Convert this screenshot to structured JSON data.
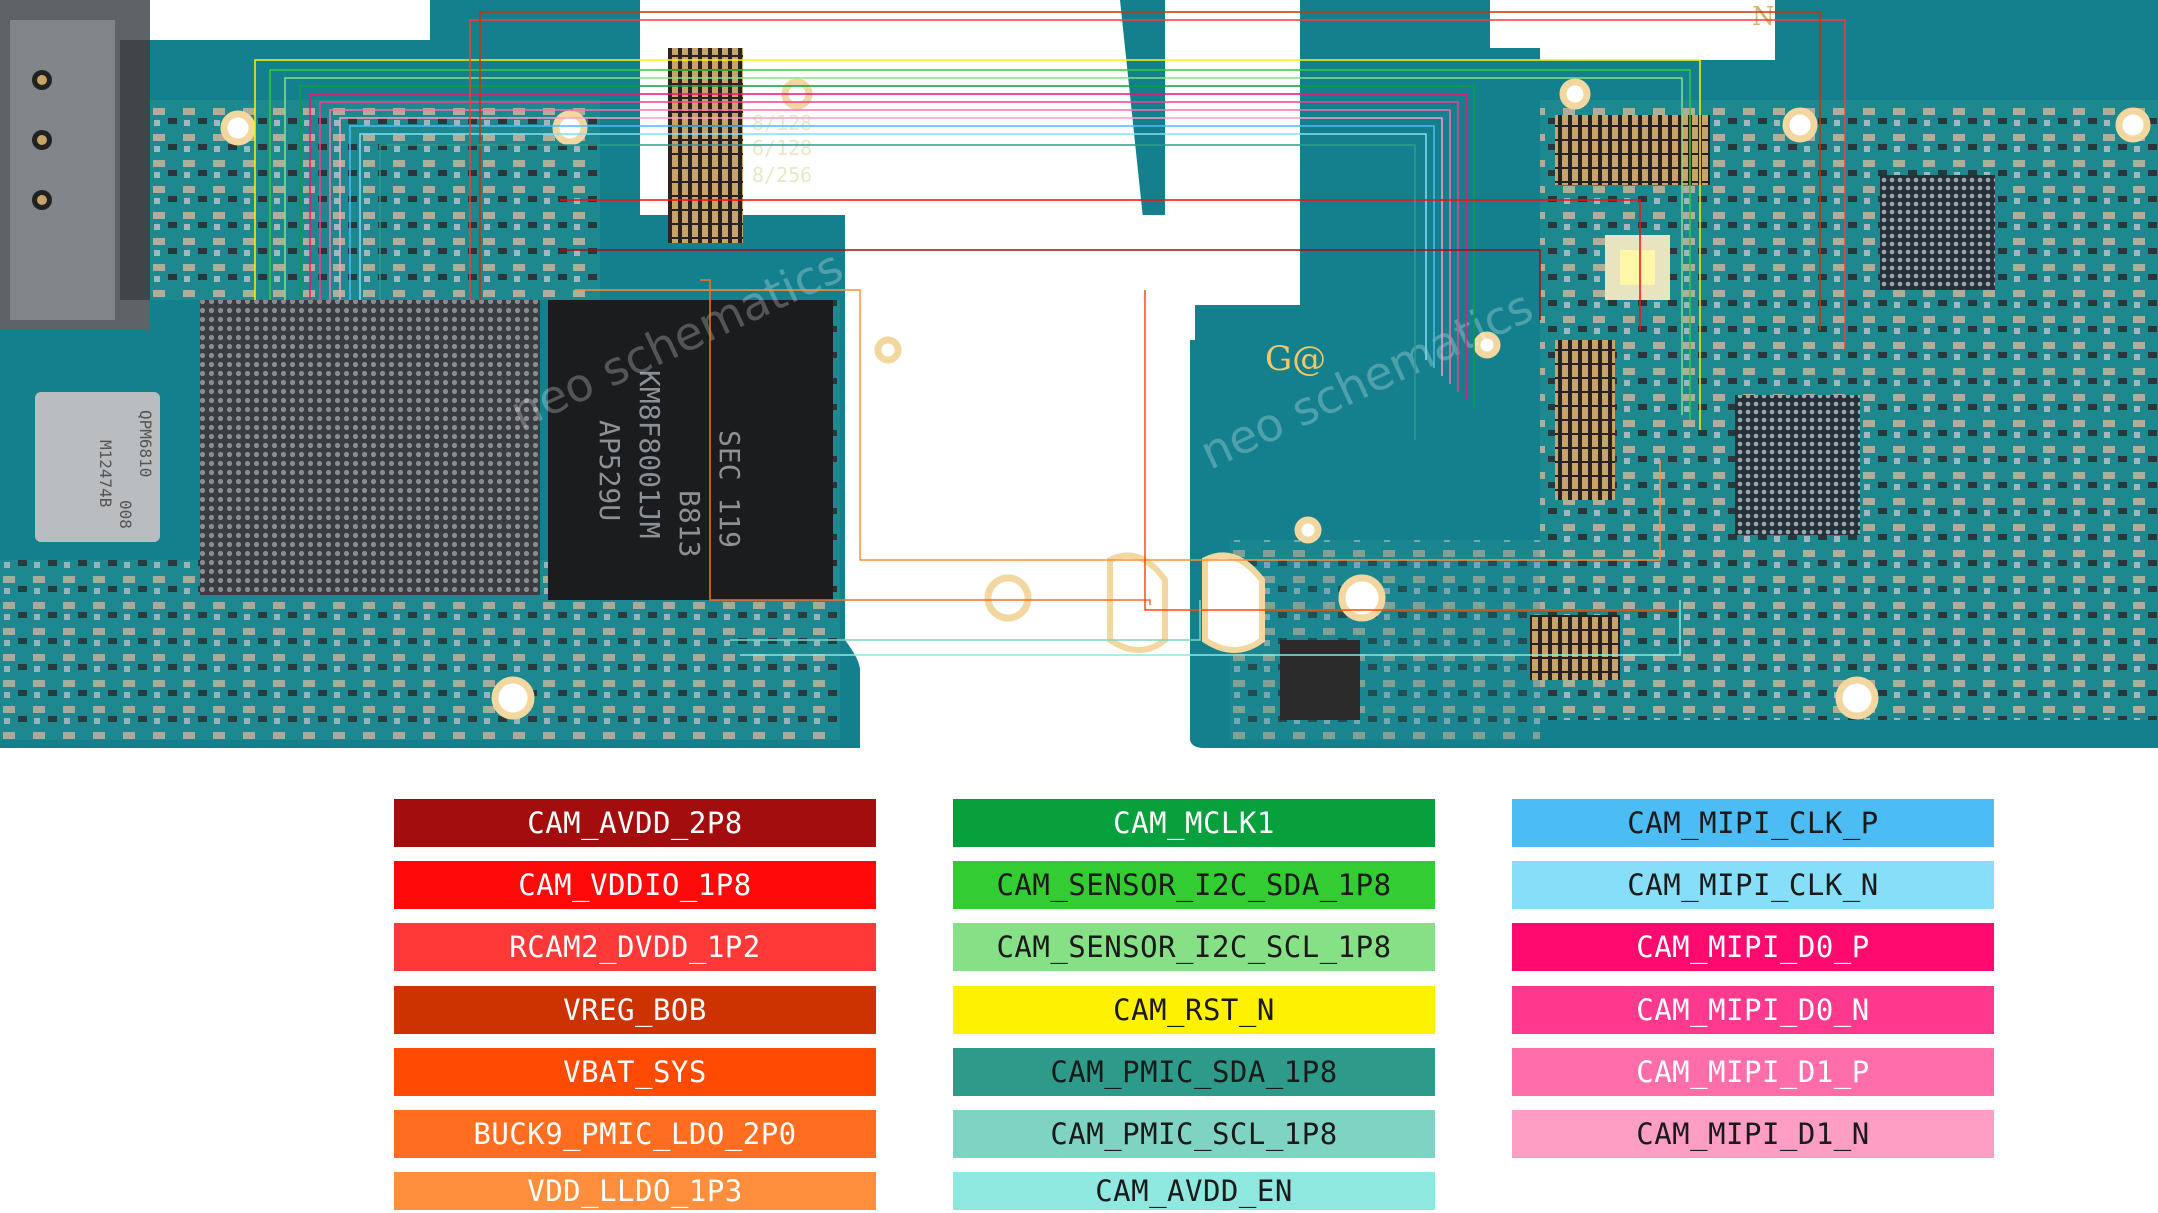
{
  "board_markings": {
    "memory_variants": [
      "8/128",
      "6/128",
      "8/256"
    ],
    "memory_chip_lines": [
      "SEC 119",
      "B813",
      "KM8F8001JM",
      "AP529U"
    ],
    "left_module_lines": [
      "QPM6810",
      "008",
      "M12474B"
    ],
    "corner_letter": "N",
    "logo_text": "G@",
    "watermark": "neo schematics"
  },
  "legend": {
    "columns": [
      [
        {
          "label": "CAM_AVDD_2P8",
          "color": "#a30d0d",
          "text_color": "#ffffff"
        },
        {
          "label": "CAM_VDDIO_1P8",
          "color": "#ff0a0a",
          "text_color": "#ffffff"
        },
        {
          "label": "RCAM2_DVDD_1P2",
          "color": "#ff3838",
          "text_color": "#ffffff"
        },
        {
          "label": "VREG_BOB",
          "color": "#cc3300",
          "text_color": "#ffffff"
        },
        {
          "label": "VBAT_SYS",
          "color": "#ff4a04",
          "text_color": "#ffffff"
        },
        {
          "label": "BUCK9_PMIC_LDO_2P0",
          "color": "#ff6d20",
          "text_color": "#ffffff"
        },
        {
          "label": "VDD_LLDO_1P3",
          "color": "#ff8f3c",
          "text_color": "#ffffff"
        }
      ],
      [
        {
          "label": "CAM_MCLK1",
          "color": "#08a03c",
          "text_color": "#ffffff"
        },
        {
          "label": "CAM_SENSOR_I2C_SDA_1P8",
          "color": "#33cc33",
          "text_color": "#1a1a1a"
        },
        {
          "label": "CAM_SENSOR_I2C_SCL_1P8",
          "color": "#86e086",
          "text_color": "#1a1a1a"
        },
        {
          "label": "CAM_RST_N",
          "color": "#fff200",
          "text_color": "#1a1a1a"
        },
        {
          "label": "CAM_PMIC_SDA_1P8",
          "color": "#2e9b8a",
          "text_color": "#1a1a1a"
        },
        {
          "label": "CAM_PMIC_SCL_1P8",
          "color": "#7fd3c2",
          "text_color": "#1a1a1a"
        },
        {
          "label": "CAM_AVDD_EN",
          "color": "#8ee8e0",
          "text_color": "#1a1a1a"
        }
      ],
      [
        {
          "label": "CAM_MIPI_CLK_P",
          "color": "#4cbcf4",
          "text_color": "#1a1a1a"
        },
        {
          "label": "CAM_MIPI_CLK_N",
          "color": "#86def8",
          "text_color": "#1a1a1a"
        },
        {
          "label": "CAM_MIPI_D0_P",
          "color": "#ff0a6e",
          "text_color": "#ffffff"
        },
        {
          "label": "CAM_MIPI_D0_N",
          "color": "#ff3a8e",
          "text_color": "#ffffff"
        },
        {
          "label": "CAM_MIPI_D1_P",
          "color": "#ff6eaa",
          "text_color": "#ffffff"
        },
        {
          "label": "CAM_MIPI_D1_N",
          "color": "#ff9ec4",
          "text_color": "#1a1a1a"
        }
      ]
    ]
  }
}
